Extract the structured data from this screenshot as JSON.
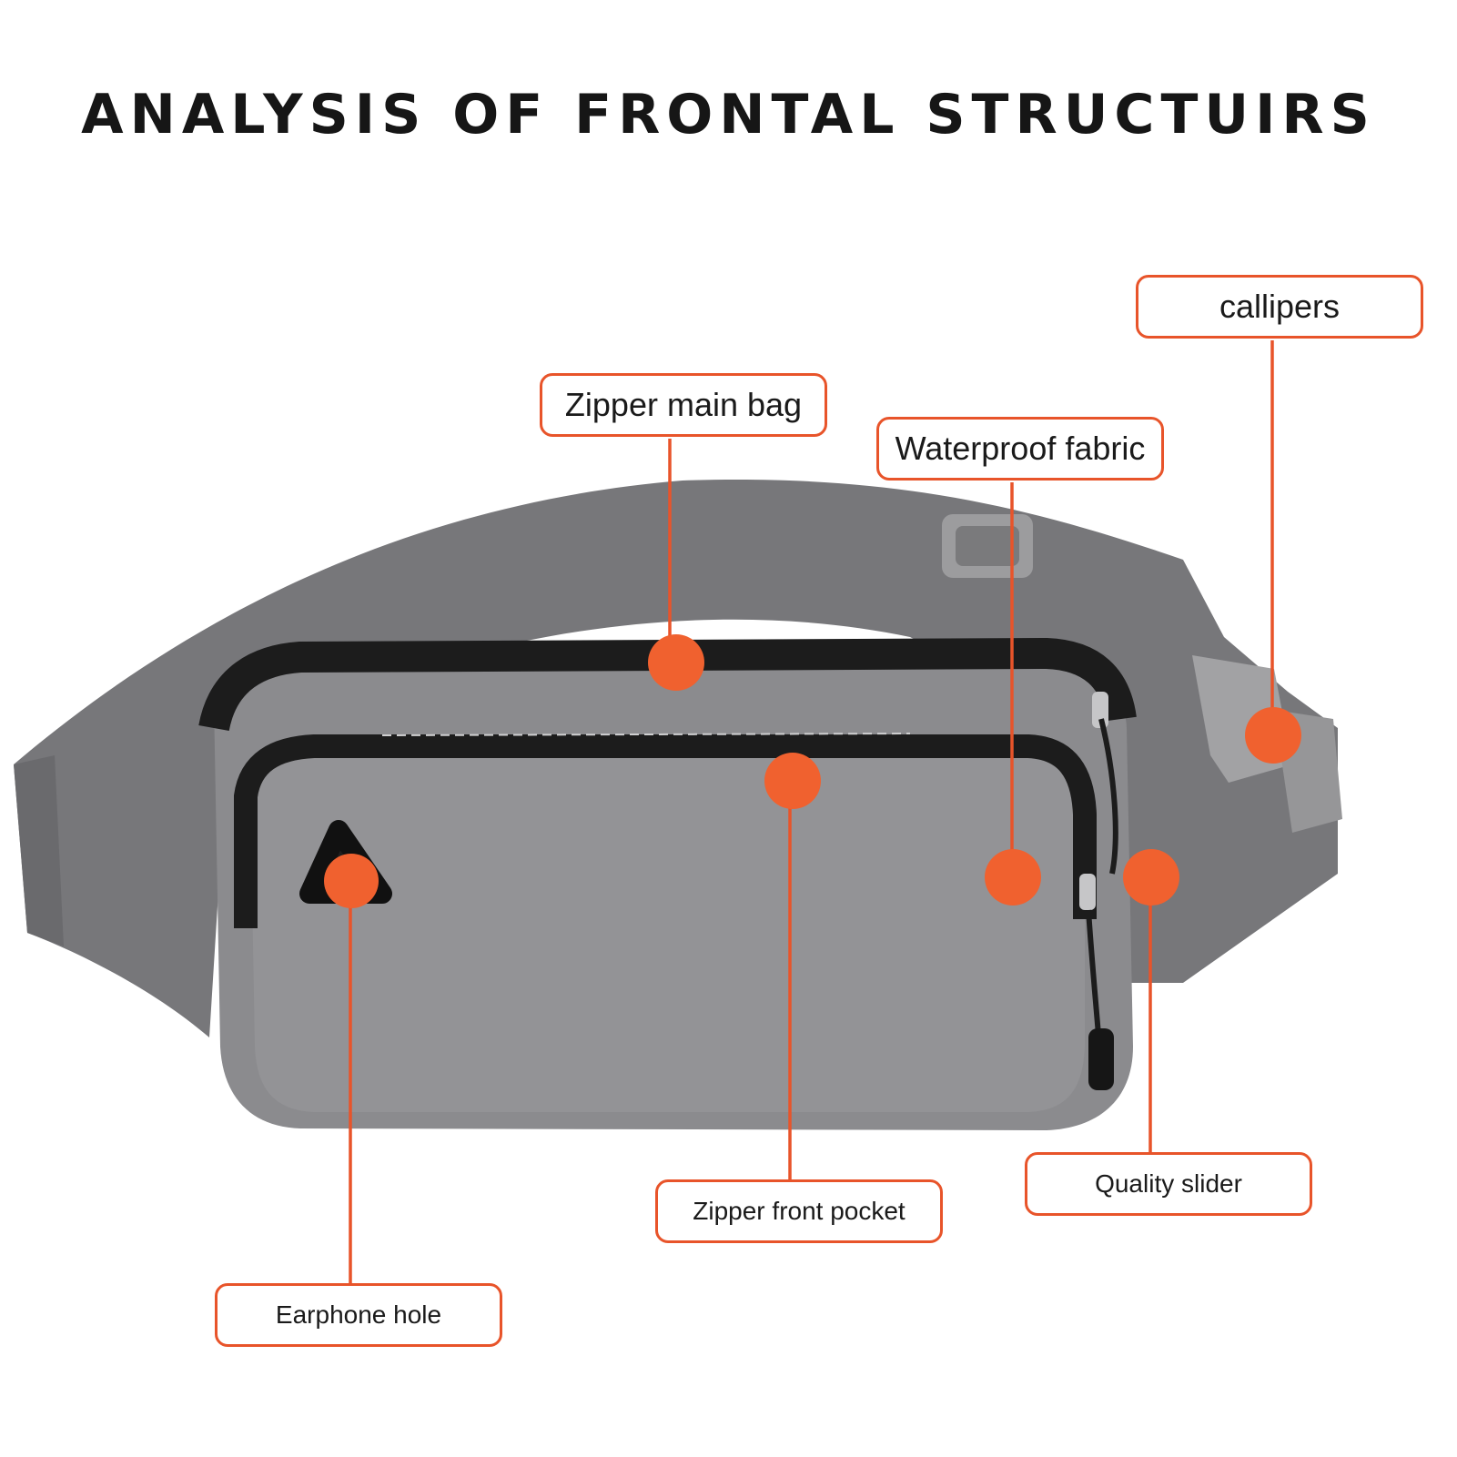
{
  "title": "ANALYSIS OF FRONTAL STRUCTUIRS",
  "colors": {
    "accent": "#e8542a",
    "marker": "#f0612f",
    "fabric": "#8a8a8c",
    "strap": "#747476",
    "zipper": "#1e1e1e",
    "buckle": "#9a9a9c"
  },
  "labels": {
    "callipers": "callipers",
    "zipper_main_bag": "Zipper main bag",
    "waterproof_fabric": "Waterproof fabric",
    "quality_slider": "Quality slider",
    "zipper_front_pocket": "Zipper front pocket",
    "earphone_hole": "Earphone hole"
  }
}
